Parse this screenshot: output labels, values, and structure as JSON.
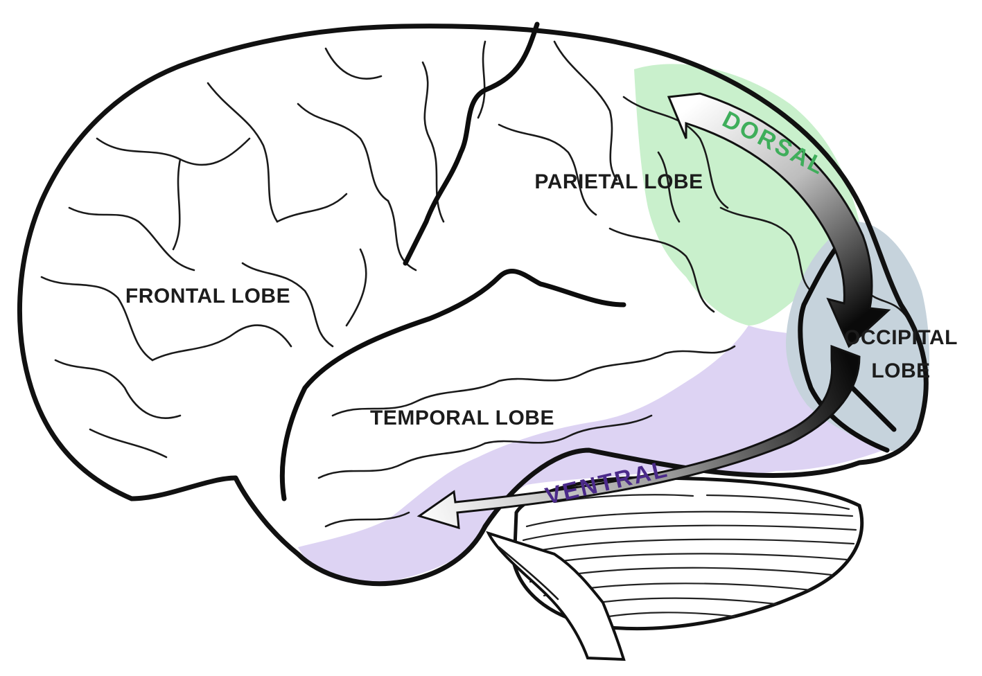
{
  "labels": {
    "frontal": "FRONTAL LOBE",
    "parietal": "PARIETAL LOBE",
    "temporal": "TEMPORAL LOBE",
    "occipital_line1": "OCCIPITAL",
    "occipital_line2": "LOBE",
    "dorsal": "DORSAL",
    "ventral": "VENTRAL"
  },
  "colors": {
    "dorsal_region": "#c9f0cc",
    "ventral_region": "#ddd3f3",
    "occipital_region": "#c6d3dc",
    "dorsal_text": "#3fae5b",
    "ventral_text": "#4b2a8a",
    "arrow_dark": "#111111",
    "arrow_light": "#ffffff"
  }
}
